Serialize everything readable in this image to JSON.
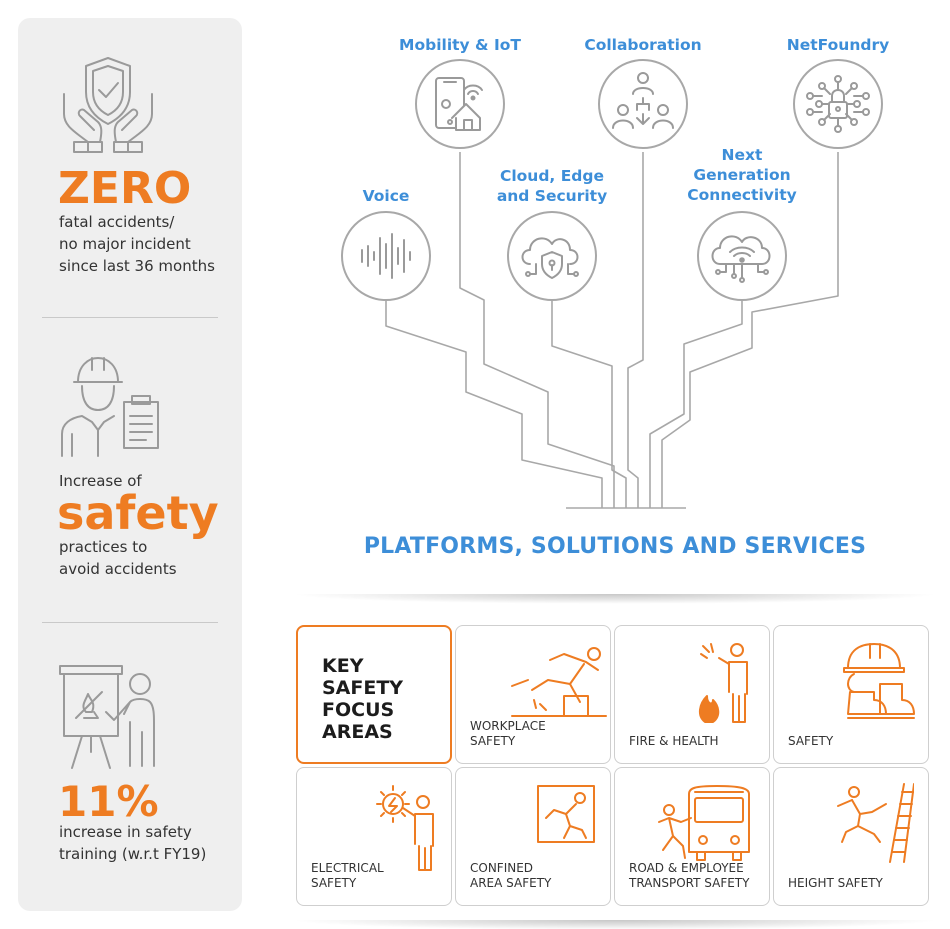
{
  "left_panel": {
    "stat1": {
      "big": "ZERO",
      "text": "fatal accidents/\nno major incident\nsince last 36 months"
    },
    "stat2": {
      "pre": "Increase of",
      "big": "safety",
      "text": "practices to\navoid accidents"
    },
    "stat3": {
      "big": "11%",
      "text": "increase in safety\ntraining (w.r.t FY19)"
    },
    "icons": [
      "hands-shield-icon",
      "worker-clipboard-icon",
      "training-presenter-icon"
    ]
  },
  "tree": {
    "nodes": [
      {
        "label": "Mobility & IoT",
        "icon": "smartphone-home-icon"
      },
      {
        "label": "Collaboration",
        "icon": "people-network-icon"
      },
      {
        "label": "NetFoundry",
        "icon": "lock-network-icon"
      },
      {
        "label": "Voice",
        "icon": "sound-wave-icon"
      },
      {
        "label": "Cloud, Edge\nand Security",
        "icon": "cloud-shield-icon"
      },
      {
        "label": "Next\nGeneration\nConnectivity",
        "icon": "cloud-wifi-icon"
      }
    ],
    "title": "PLATFORMS, SOLUTIONS AND SERVICES"
  },
  "safety_grid": {
    "title": "KEY\nSAFETY\nFOCUS\nAREAS",
    "cells": [
      {
        "label": "WORKPLACE\nSAFETY",
        "icon": "slip-fall-icon"
      },
      {
        "label": "FIRE & HEALTH",
        "icon": "fire-person-icon"
      },
      {
        "label": "SAFETY",
        "icon": "helmet-boots-icon"
      },
      {
        "label": "ELECTRICAL\nSAFETY",
        "icon": "electrical-hazard-icon"
      },
      {
        "label": "CONFINED\nAREA SAFETY",
        "icon": "confined-space-icon"
      },
      {
        "label": "ROAD & EMPLOYEE\nTRANSPORT SAFETY",
        "icon": "bus-pedestrian-icon"
      },
      {
        "label": "HEIGHT SAFETY",
        "icon": "ladder-fall-icon"
      }
    ]
  },
  "colors": {
    "accent": "#ee7c22",
    "blue": "#3d8ed8",
    "panel_bg": "#efefef",
    "icon_grey": "#9a9a9a"
  }
}
